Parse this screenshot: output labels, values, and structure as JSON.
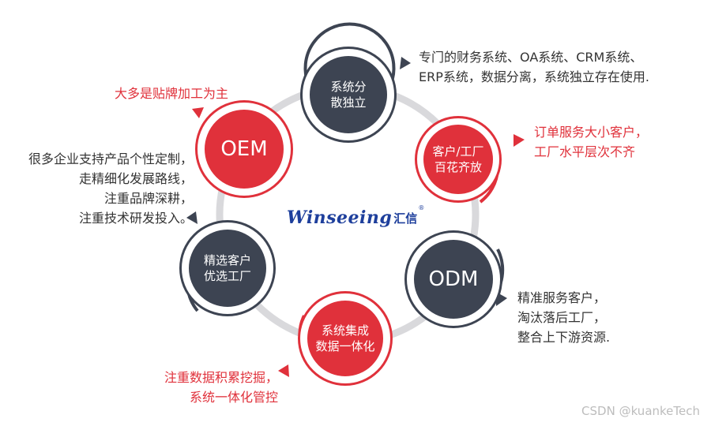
{
  "logo": {
    "word": "Winseeing",
    "chinese": "汇信",
    "registered": "®"
  },
  "nodes": {
    "decentralized": "系统分\n散独立",
    "customer_factory": "客户/工厂\n百花齐放",
    "odm": "ODM",
    "integration": "系统集成\n数据一体化",
    "select": "精选客户\n优选工厂",
    "oem": "OEM"
  },
  "notes": {
    "decentralized": "专门的财务系统、OA系统、CRM系统、\nERP系统，数据分离，系统独立存在使用.",
    "customer_factory": "订单服务大小客户，\n工厂水平层次不齐",
    "odm": "精准服务客户，\n淘汰落后工厂，\n整合上下游资源.",
    "integration": "注重数据积累挖掘，\n系统一体化管控",
    "select": "很多企业支持产品个性定制，\n走精细化发展路线，\n注重品牌深耕，\n注重技术研发投入。",
    "oem": "大多是贴牌加工为主"
  },
  "watermark": "CSDN @kuankeTech",
  "colors": {
    "dark": "#3d4452",
    "red": "#e0313b",
    "ring": "#d9d9dc",
    "brand": "#1e3f9c"
  }
}
